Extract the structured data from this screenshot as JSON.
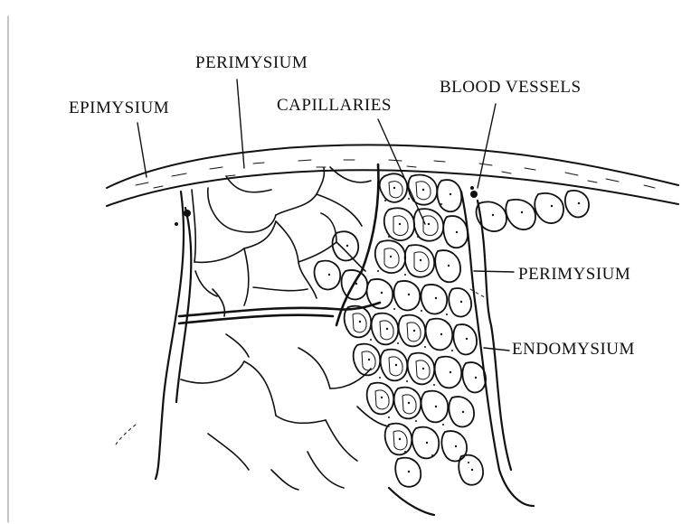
{
  "labels": {
    "perimysium_top": "PERIMYSIUM",
    "epimysium": "EPIMYSIUM",
    "capillaries": "CAPILLARIES",
    "blood_vessels": "BLOOD VESSELS",
    "perimysium_right": "PERIMYSIUM",
    "endomysium": "ENDOMYSIUM"
  },
  "colors": {
    "ink": "#111111",
    "background": "#ffffff"
  }
}
